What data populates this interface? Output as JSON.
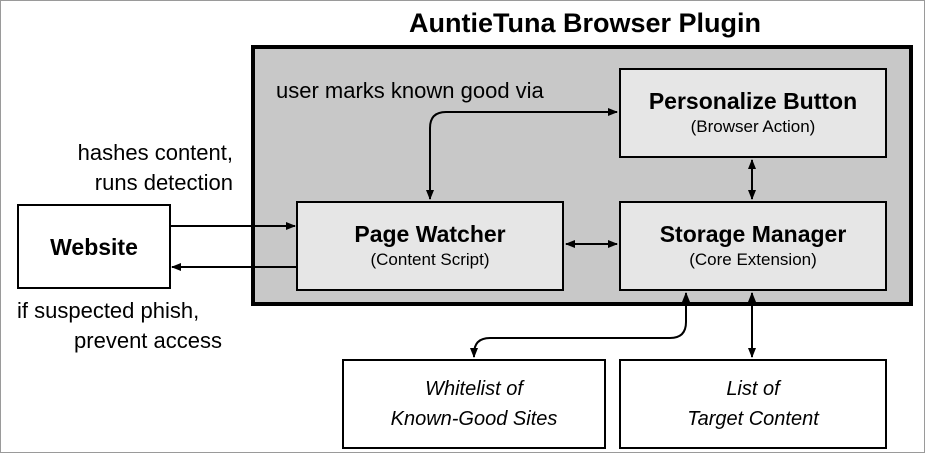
{
  "title": "AuntieTuna Browser Plugin",
  "website": {
    "name": "Website"
  },
  "page_watcher": {
    "name": "Page Watcher",
    "sub": "(Content Script)"
  },
  "storage_manager": {
    "name": "Storage Manager",
    "sub": "(Core Extension)"
  },
  "personalize_button": {
    "name": "Personalize Button",
    "sub": "(Browser Action)"
  },
  "whitelist": {
    "line1": "Whitelist of",
    "line2": "Known-Good Sites"
  },
  "target_content": {
    "line1": "List of",
    "line2": "Target Content"
  },
  "labels": {
    "user_marks": "user marks known good via",
    "hashes_line1": "hashes content,",
    "hashes_line2": "runs detection",
    "phish_line1": "if suspected phish,",
    "phish_line2": "prevent access"
  },
  "colors": {
    "plugin_fill": "#c8c8c8",
    "component_fill": "#e6e6e6",
    "line": "#000000"
  }
}
